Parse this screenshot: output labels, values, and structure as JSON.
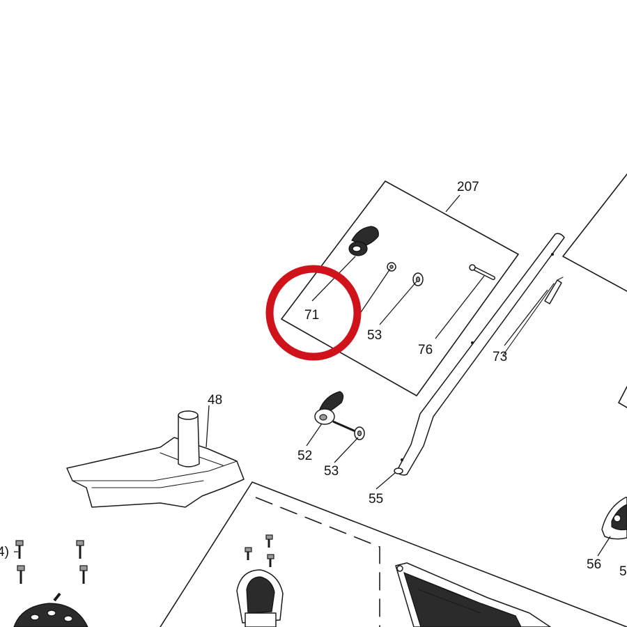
{
  "labels": {
    "l207": "207",
    "l71": "71",
    "l53a": "53",
    "l76": "76",
    "l73": "73",
    "l48": "48",
    "l52": "52",
    "l53b": "53",
    "l55": "55",
    "l56": "56",
    "l5x": "5",
    "l4x": "4)"
  },
  "highlight": {
    "color": "#d0121b",
    "encircles": "71"
  }
}
